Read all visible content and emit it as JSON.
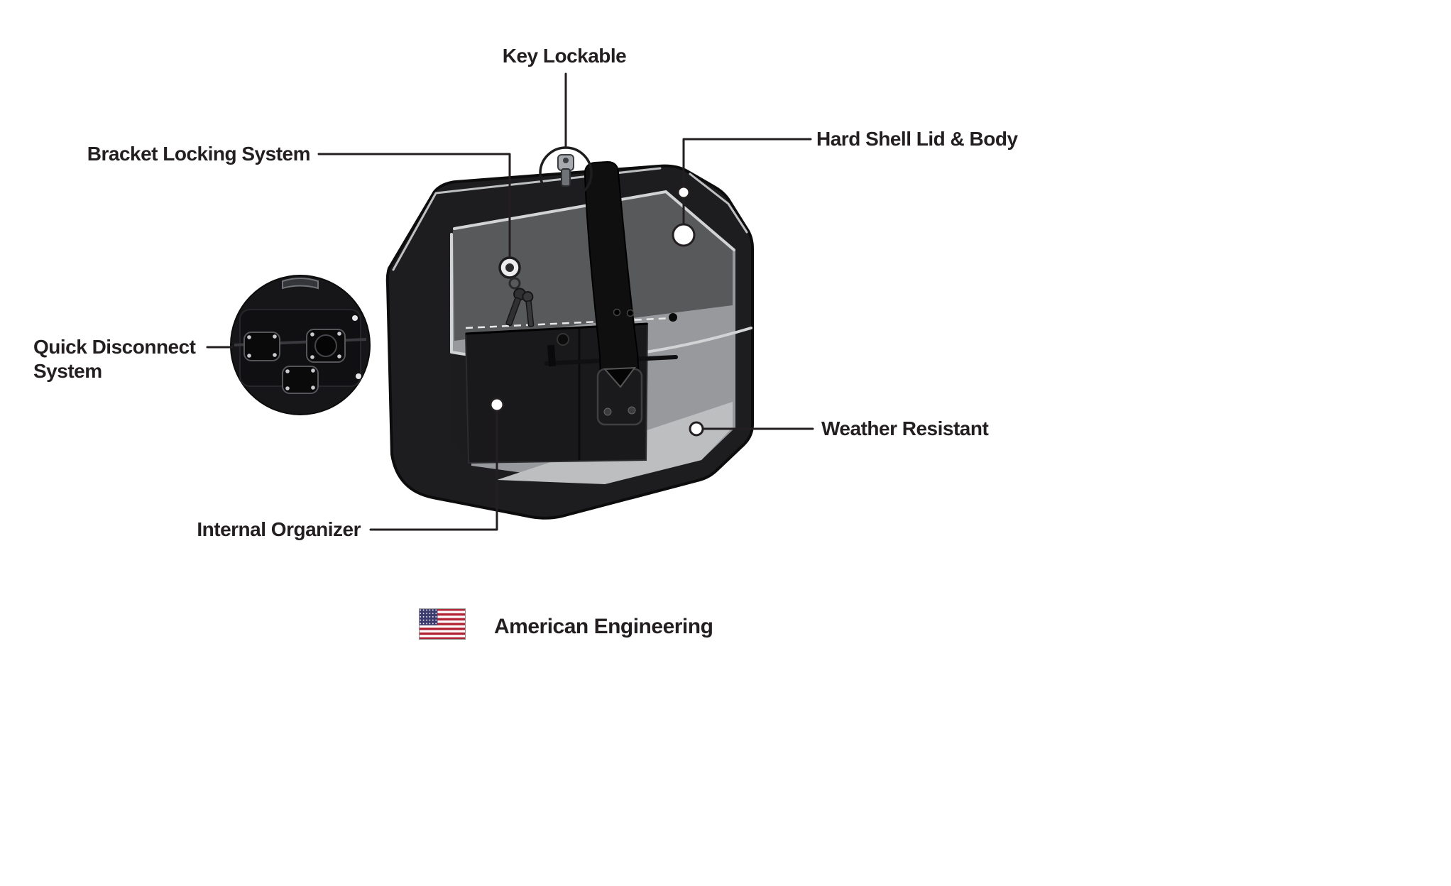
{
  "callouts": [
    {
      "id": "key-lockable",
      "label": "Key Lockable"
    },
    {
      "id": "hard-shell-lid-body",
      "label": "Hard Shell Lid & Body"
    },
    {
      "id": "bracket-locking-system",
      "label": "Bracket Locking System"
    },
    {
      "id": "quick-disconnect-system",
      "label": "Quick Disconnect System"
    },
    {
      "id": "weather-resistant",
      "label": "Weather Resistant"
    },
    {
      "id": "internal-organizer",
      "label": "Internal Organizer"
    }
  ],
  "footer": {
    "label": "American Engineering",
    "flag_icon": "usa-flag-icon"
  },
  "icons": {
    "key": "key-icon",
    "lock": "lock-icon",
    "flag": "usa-flag-icon"
  },
  "colors": {
    "background": "#ffffff",
    "text": "#231f20",
    "callout_line": "#231f20",
    "bag_black": "#1d1d1f",
    "bag_interior_gray": "#97999c",
    "bag_top_gray": "#58595b",
    "bag_floor_gray": "#bcbec0",
    "seam_gray": "#d1d3d4",
    "flag_red": "#b22234",
    "flag_blue": "#3c3b6e"
  }
}
